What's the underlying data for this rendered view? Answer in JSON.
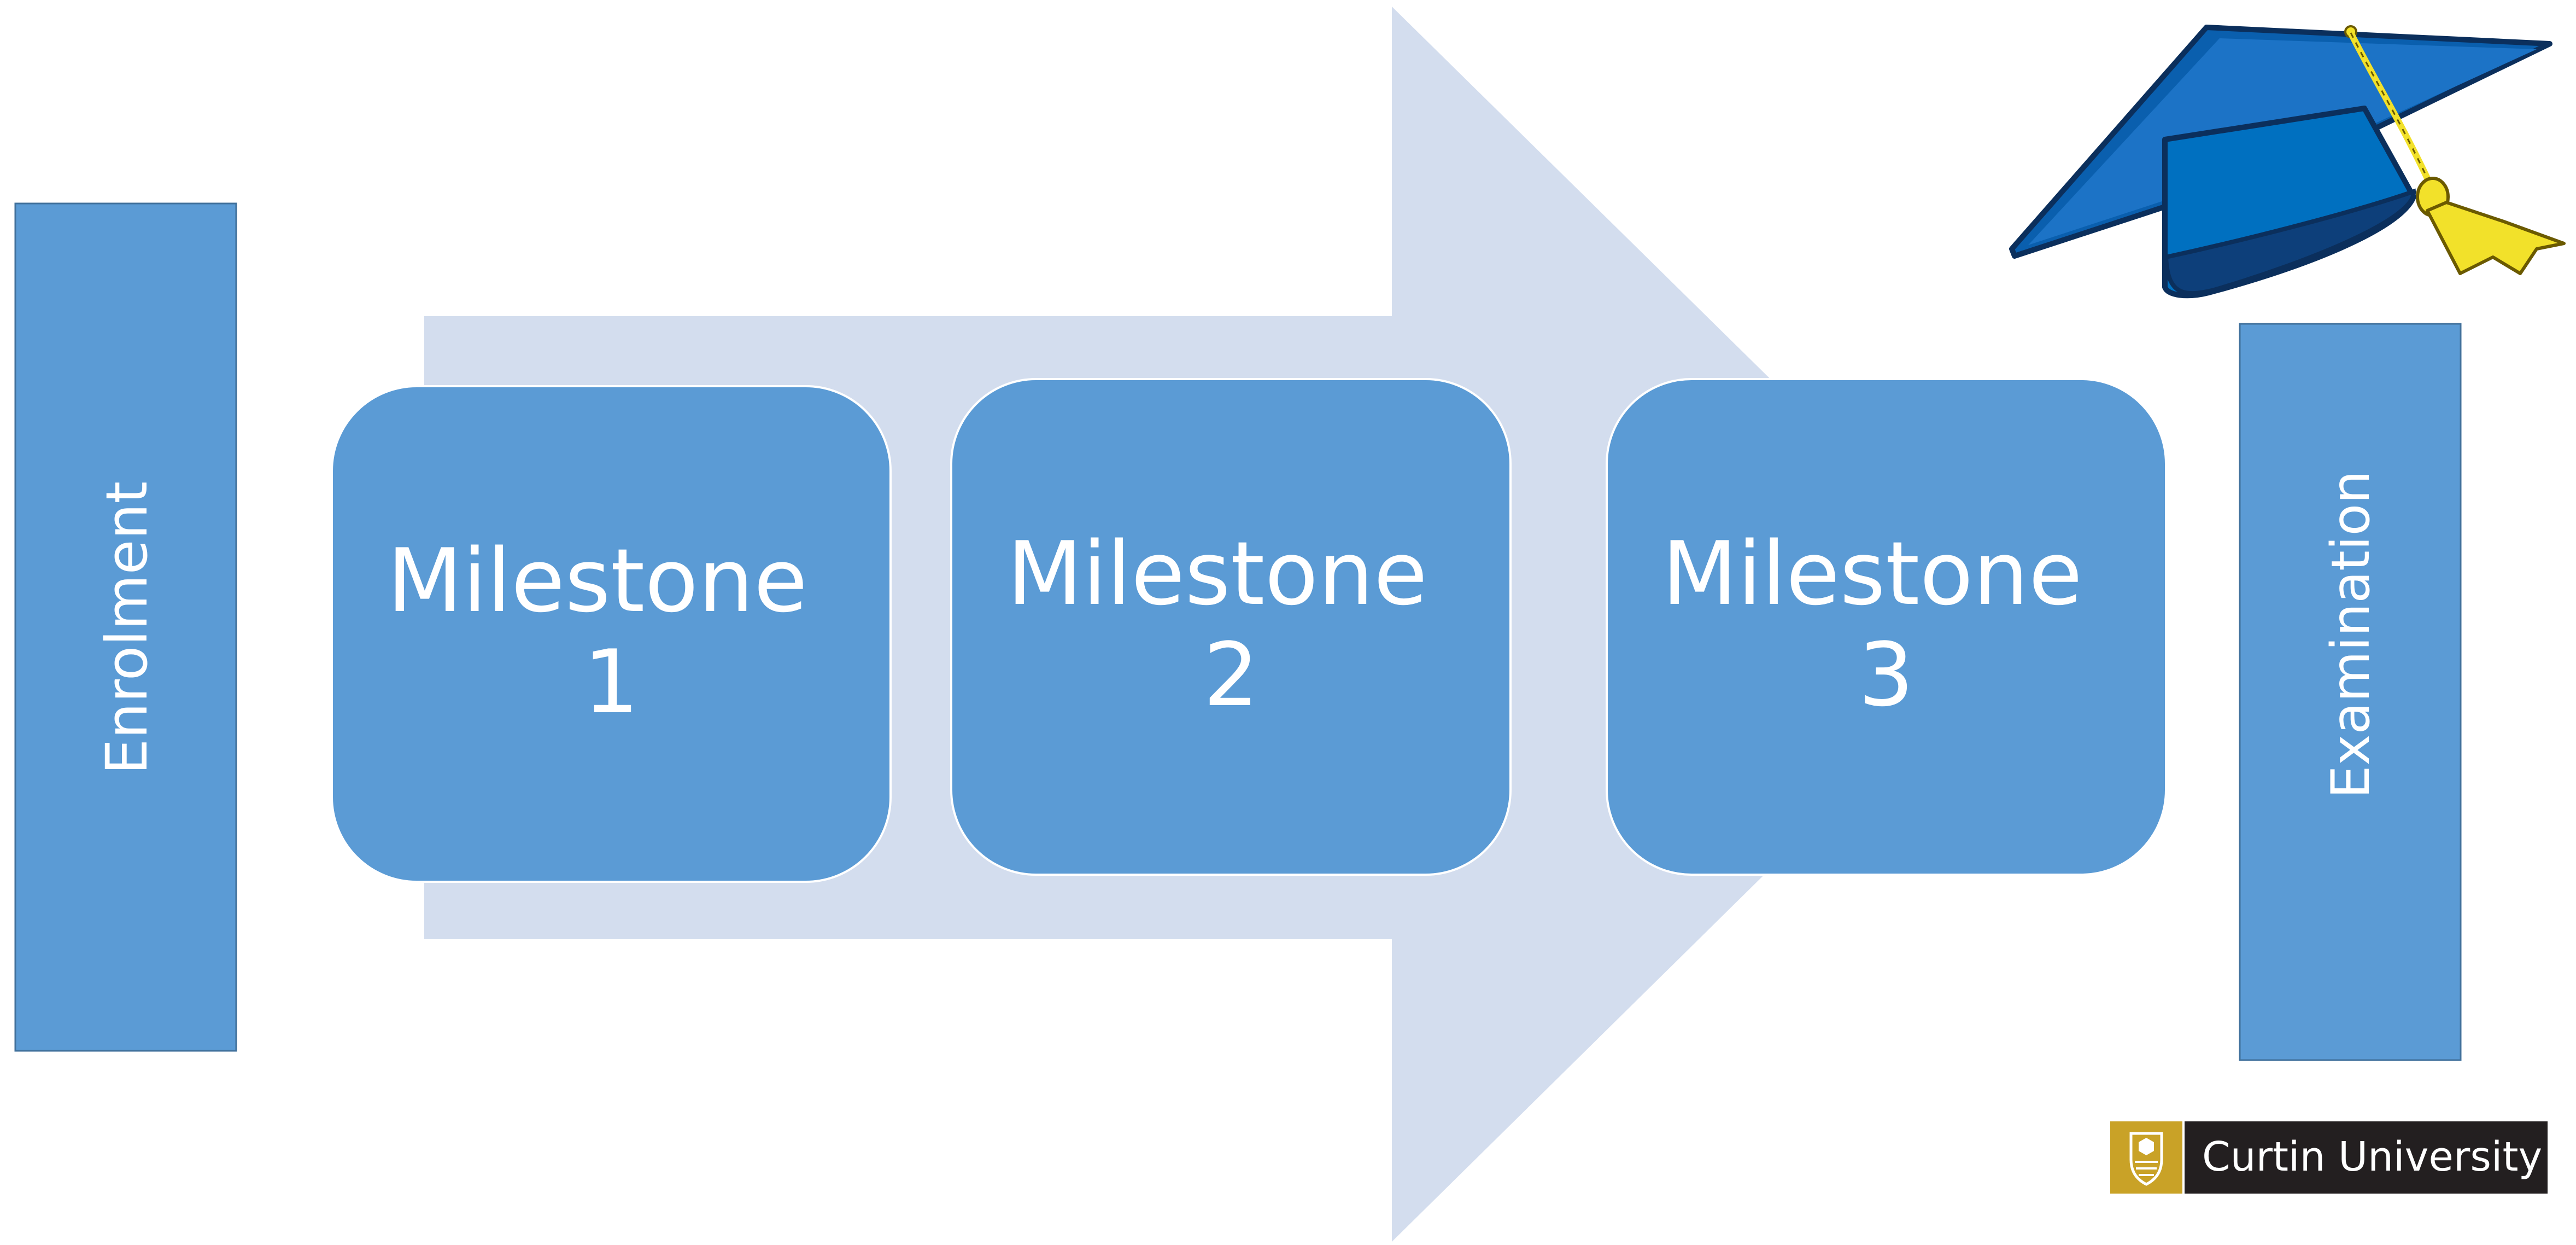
{
  "side_boxes": {
    "left_label": "Enrolment",
    "right_label": "Examination"
  },
  "milestones": [
    {
      "title": "Milestone",
      "number": "1"
    },
    {
      "title": "Milestone",
      "number": "2"
    },
    {
      "title": "Milestone",
      "number": "3"
    }
  ],
  "logo": {
    "text": "Curtin University"
  },
  "colors": {
    "box_fill": "#5b9bd5",
    "box_border": "#41719c",
    "arrow_fill": "#d3ddee",
    "logo_gold": "#c9a227",
    "logo_dark": "#231f20",
    "cap_blue": "#0a5fae",
    "tassel_yellow": "#f2e12a"
  }
}
